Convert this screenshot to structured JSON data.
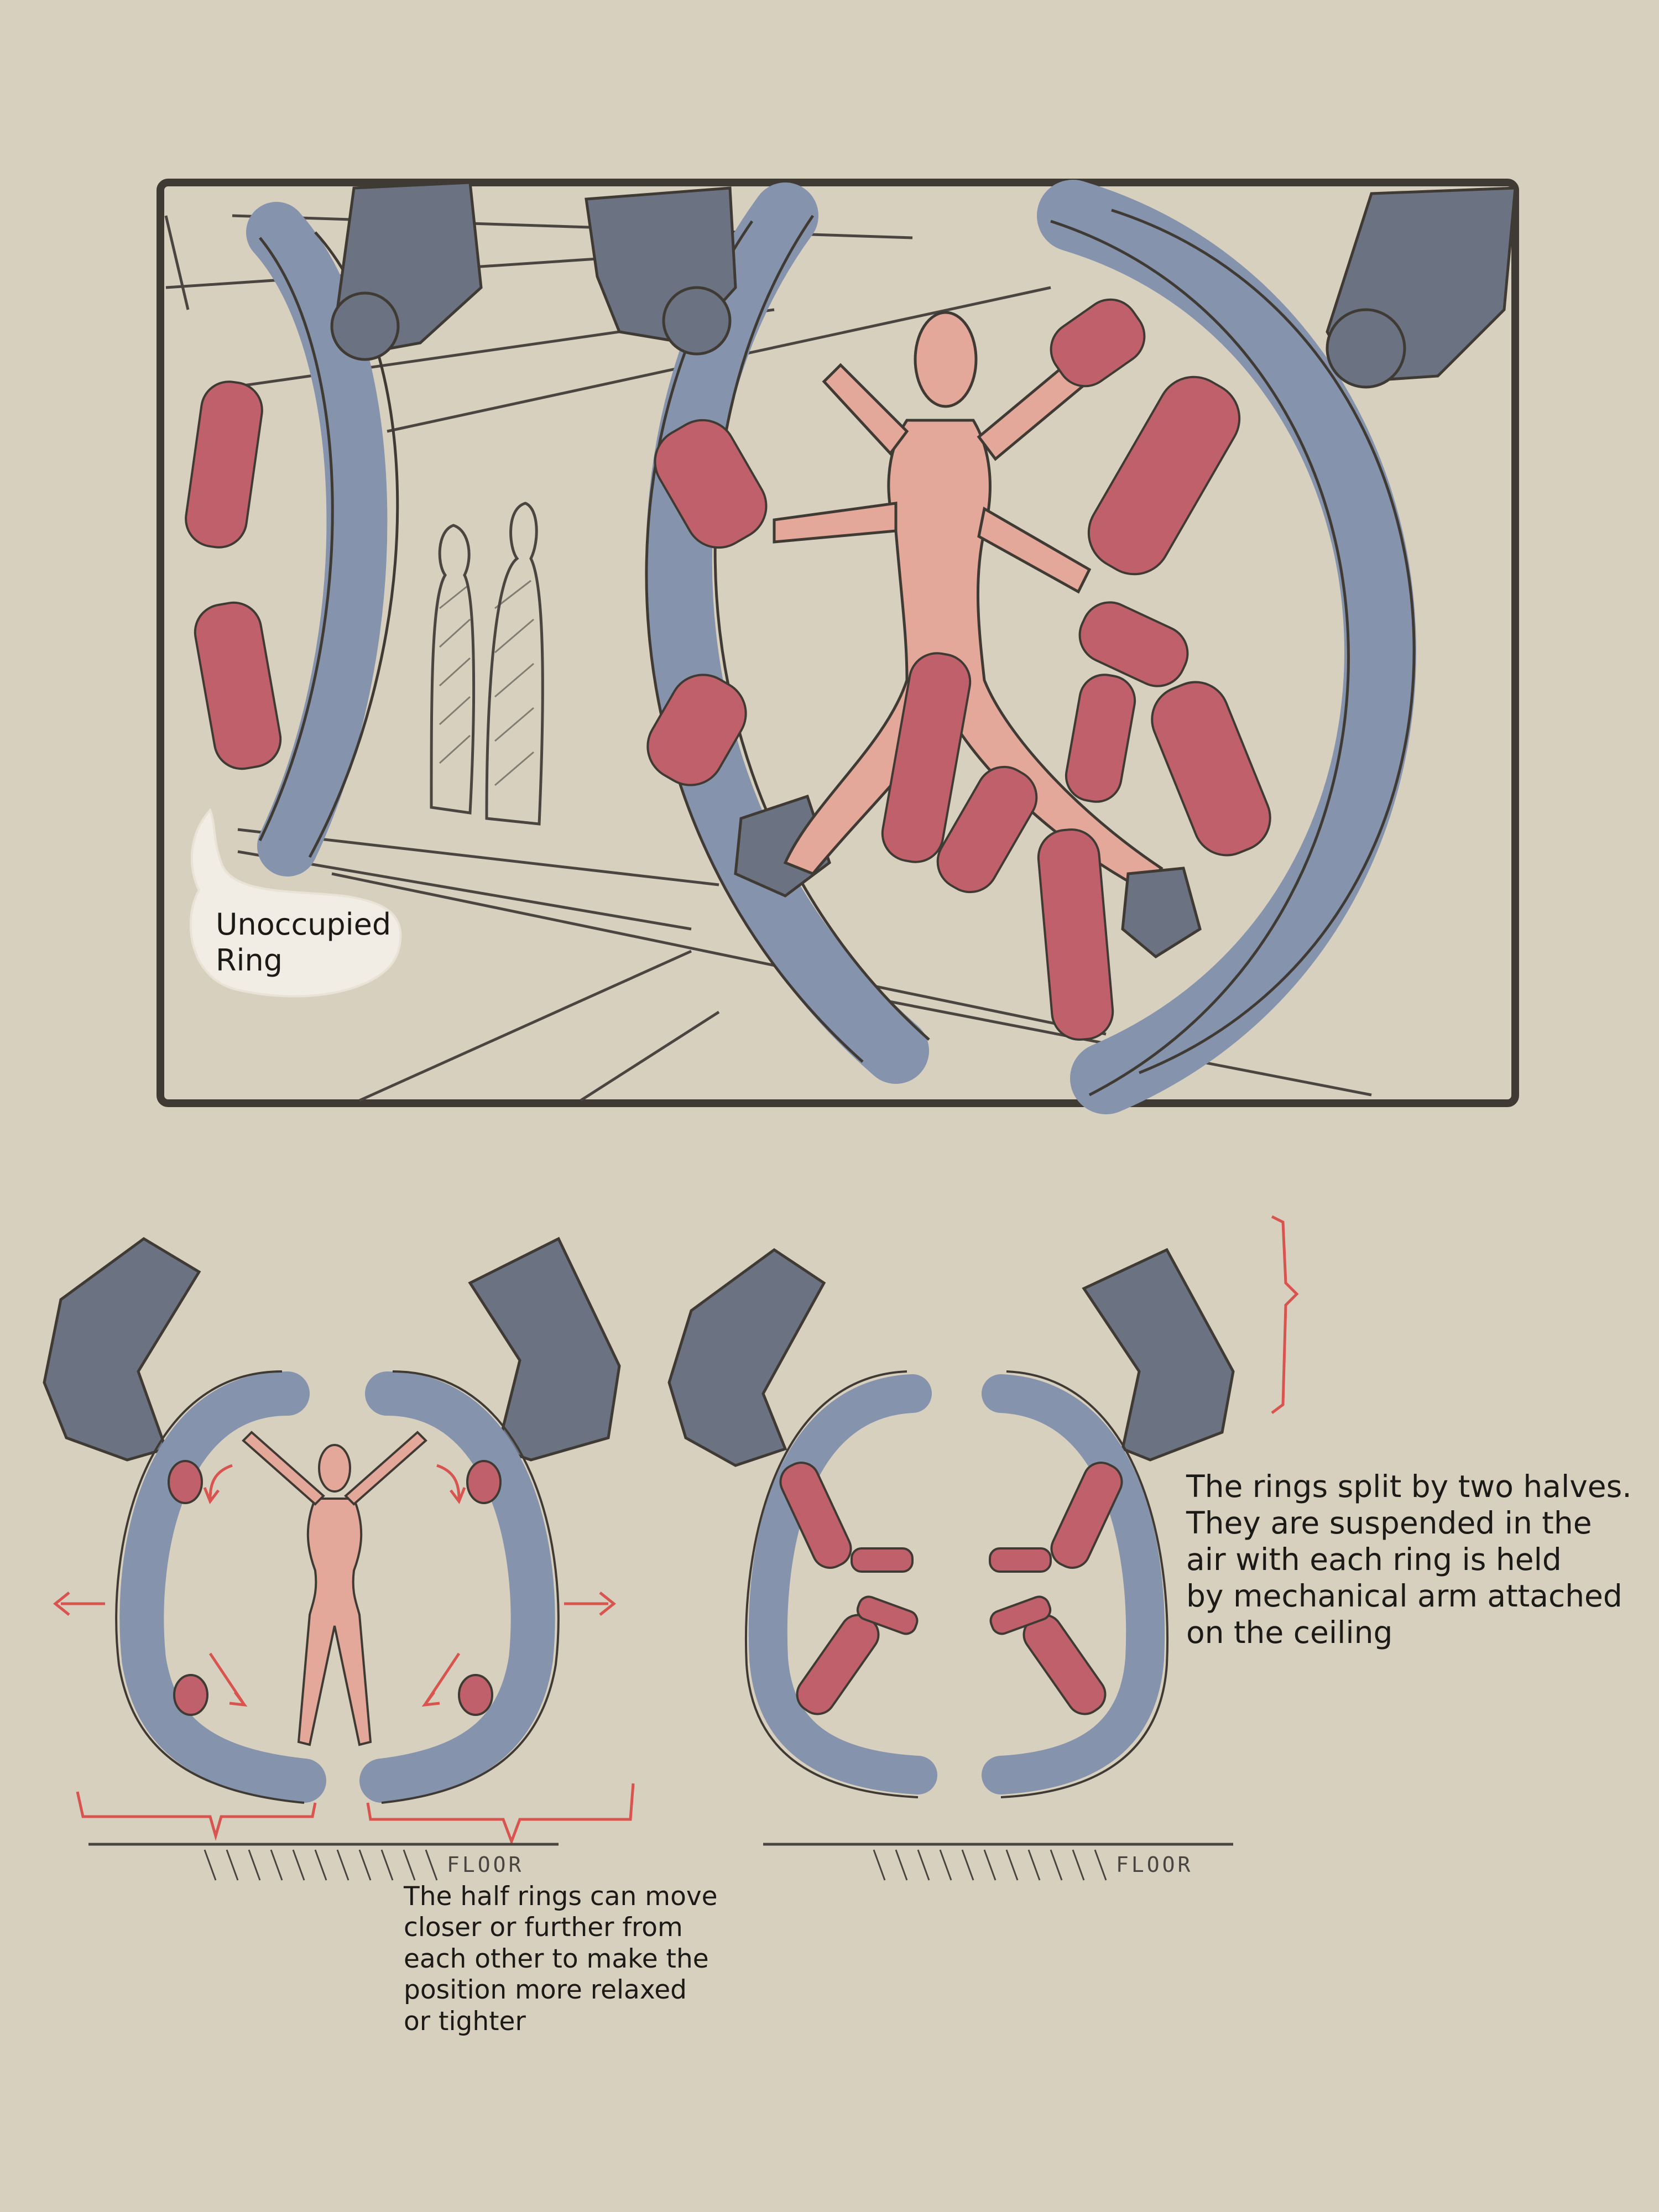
{
  "top_panel": {
    "callout_label": "Unoccupied\nRing"
  },
  "notes": {
    "rings_split": "The rings split by two halves.\nThey are suspended in the\nair with each ring is held\nby mechanical arm attached\non the ceiling",
    "half_rings_move": "The half rings can move\ncloser or further from\neach other to make the\nposition more relaxed\nor tighter"
  },
  "floor_labels": {
    "left": "FLOOR",
    "right": "FLOOR"
  },
  "colors": {
    "background": "#d8d0bf",
    "ring_blue": "#8593ad",
    "arm_dark": "#6b7282",
    "restraint_red": "#c0606a",
    "figure_skin": "#e3a89a",
    "annotation_red": "#d9534f",
    "ink": "#3f3a33"
  }
}
